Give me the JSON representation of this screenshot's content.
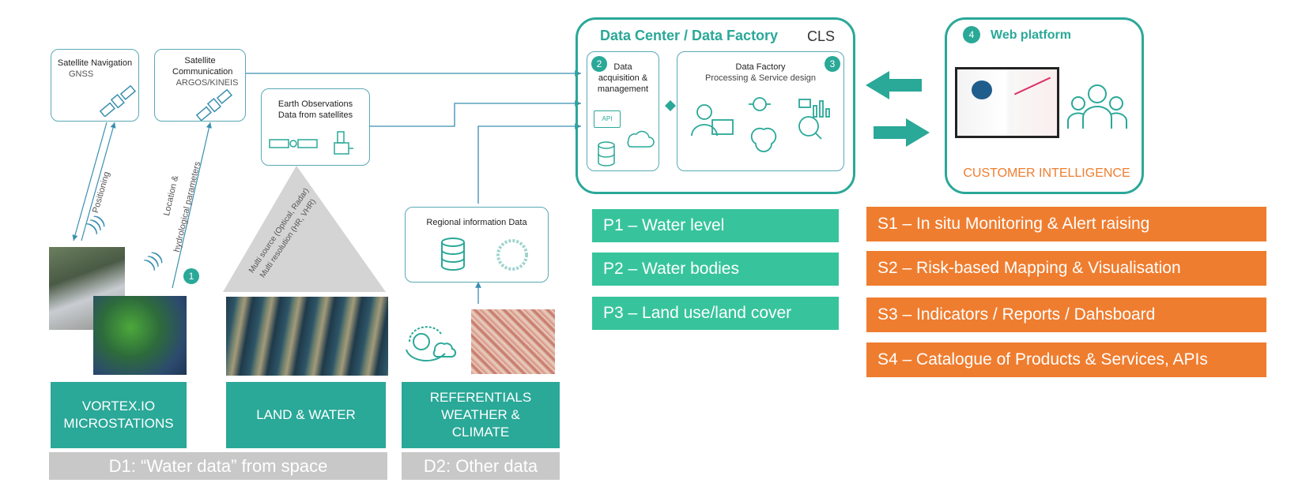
{
  "sources": {
    "sat_nav": {
      "title": "Satellite Navigation",
      "sub": "GNSS"
    },
    "sat_com": {
      "title": "Satellite Communication",
      "sub": "ARGOS/KINEIS"
    },
    "eo": {
      "title": "Earth Observations",
      "sub": "Data from satellites"
    },
    "regional": {
      "title": "Regional information Data"
    }
  },
  "links": {
    "positioning": "Positioning",
    "location_line1": "Location &",
    "location_line2": "hydrological parameters",
    "multi_line1": "Multi source (Optical, Radar)",
    "multi_line2": "Multi resolution (HR, VHR)"
  },
  "badges": {
    "n1": "1",
    "n2": "2",
    "n3": "3",
    "n4": "4"
  },
  "categories": {
    "vortex_line1": "VORTEX.IO",
    "vortex_line2": "MICROSTATIONS",
    "land": "LAND & WATER",
    "ref_line1": "REFERENTIALS",
    "ref_line2": "WEATHER &",
    "ref_line3": "CLIMATE"
  },
  "groups": {
    "d1": "D1: “Water data” from space",
    "d2": "D2: Other data"
  },
  "datacenter": {
    "title": "Data Center / Data Factory",
    "org": "CLS",
    "acq_line1": "Data",
    "acq_line2": "acquisition &",
    "acq_line3": "management",
    "api": "API",
    "factory_title": "Data Factory",
    "factory_sub": "Processing & Service design"
  },
  "web": {
    "title": "Web platform",
    "customer": "CUSTOMER INTELLIGENCE"
  },
  "products": [
    "P1 – Water level",
    "P2 – Water bodies",
    "P3 – Land use/land cover"
  ],
  "services": [
    "S1 – In situ Monitoring & Alert raising",
    "S2 – Risk-based Mapping & Visualisation",
    "S3 – Indicators / Reports / Dahsboard",
    "S4 – Catalogue of Products & Services, APIs"
  ],
  "colors": {
    "teal": "#2aa898",
    "product_green": "#37c49c",
    "service_orange": "#ef7d2f",
    "group_grey": "#c8c8c8",
    "border_teal": "#2aa898"
  }
}
